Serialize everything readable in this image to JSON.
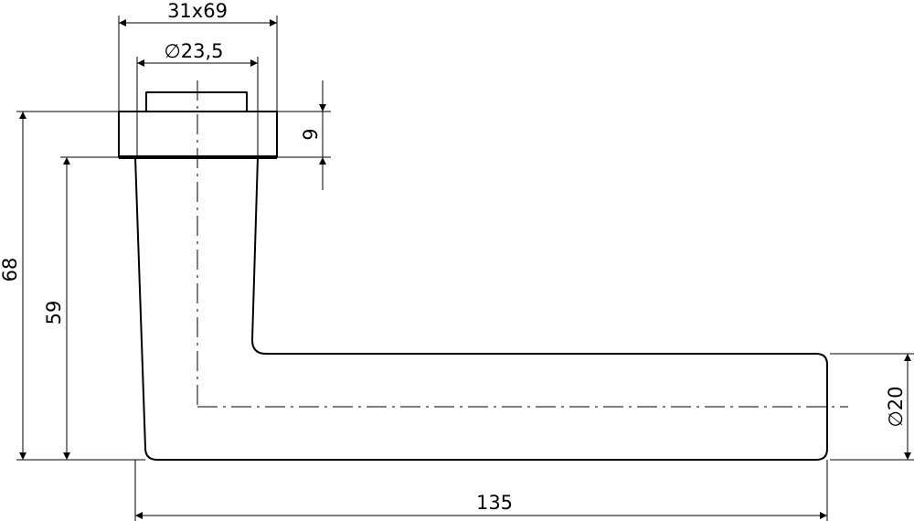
{
  "dimensions": {
    "rose_size": "31x69",
    "spindle_diameter": "∅23,5",
    "rose_height": "9",
    "overall_height": "68",
    "lever_height": "59",
    "grip_diameter": "∅20",
    "overall_length": "135"
  }
}
